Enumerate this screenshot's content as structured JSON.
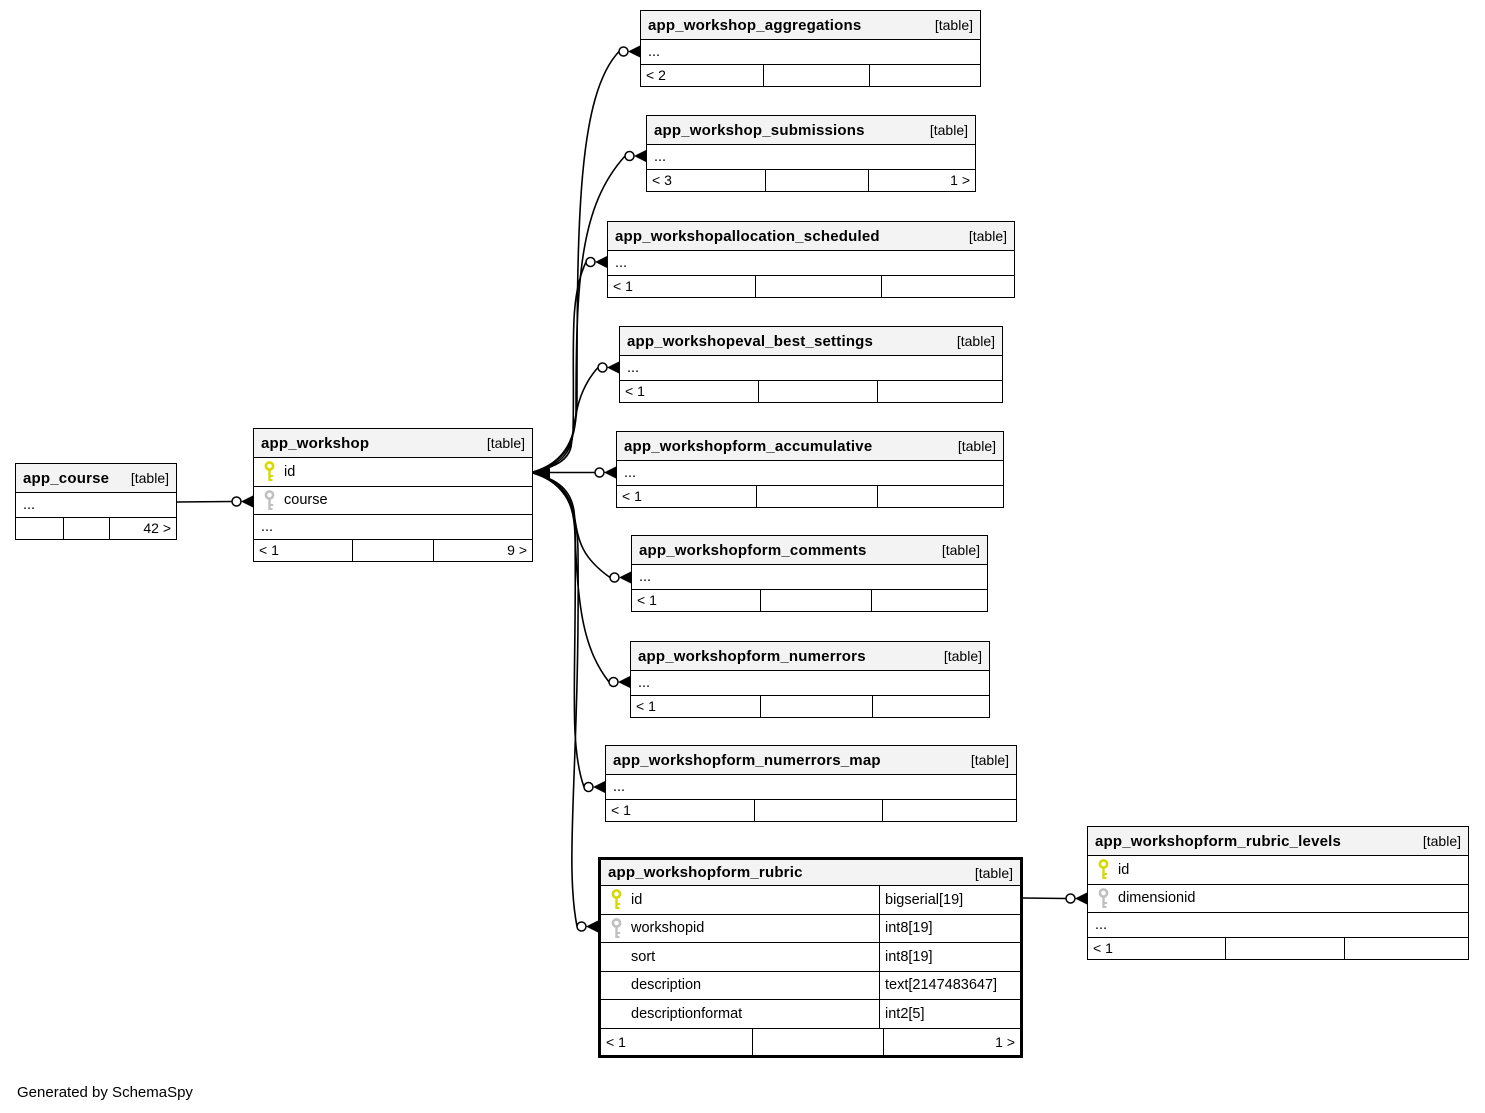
{
  "note": "Generated by SchemaSpy",
  "colors": {
    "pk_key": "#d8d800",
    "fk_key": "#c0c0c0",
    "header_bg": "#f3f3f3",
    "border": "#000000",
    "background": "#ffffff"
  },
  "relationships": [
    {
      "from": "app_course",
      "to": "app_workshop.course"
    },
    {
      "from": "app_workshop.id",
      "to": "app_workshop_aggregations"
    },
    {
      "from": "app_workshop.id",
      "to": "app_workshop_submissions"
    },
    {
      "from": "app_workshop.id",
      "to": "app_workshopallocation_scheduled"
    },
    {
      "from": "app_workshop.id",
      "to": "app_workshopeval_best_settings"
    },
    {
      "from": "app_workshop.id",
      "to": "app_workshopform_accumulative"
    },
    {
      "from": "app_workshop.id",
      "to": "app_workshopform_comments"
    },
    {
      "from": "app_workshop.id",
      "to": "app_workshopform_numerrors"
    },
    {
      "from": "app_workshop.id",
      "to": "app_workshopform_numerrors_map"
    },
    {
      "from": "app_workshop.id",
      "to": "app_workshopform_rubric.workshopid"
    },
    {
      "from": "app_workshopform_rubric.id",
      "to": "app_workshopform_rubric_levels.dimensionid"
    }
  ],
  "tables": [
    {
      "id": "app_course",
      "name": "app_course",
      "tag": "[table]",
      "show_types": false,
      "emphasized": false,
      "rows": [
        {
          "kind": "ellipsis",
          "text": "..."
        }
      ],
      "footer": [
        "",
        "",
        "42 >"
      ]
    },
    {
      "id": "app_workshop",
      "name": "app_workshop",
      "tag": "[table]",
      "show_types": false,
      "emphasized": false,
      "rows": [
        {
          "kind": "column",
          "key": "pk",
          "name": "id"
        },
        {
          "kind": "column",
          "key": "fk",
          "name": "course"
        },
        {
          "kind": "ellipsis",
          "text": "..."
        }
      ],
      "footer": [
        "< 1",
        "",
        "9 >"
      ]
    },
    {
      "id": "app_workshop_aggregations",
      "name": "app_workshop_aggregations",
      "tag": "[table]",
      "show_types": false,
      "emphasized": false,
      "rows": [
        {
          "kind": "ellipsis",
          "text": "..."
        }
      ],
      "footer": [
        "< 2",
        "",
        ""
      ]
    },
    {
      "id": "app_workshop_submissions",
      "name": "app_workshop_submissions",
      "tag": "[table]",
      "show_types": false,
      "emphasized": false,
      "rows": [
        {
          "kind": "ellipsis",
          "text": "..."
        }
      ],
      "footer": [
        "< 3",
        "",
        "1 >"
      ]
    },
    {
      "id": "app_workshopallocation_scheduled",
      "name": "app_workshopallocation_scheduled",
      "tag": "[table]",
      "show_types": false,
      "emphasized": false,
      "rows": [
        {
          "kind": "ellipsis",
          "text": "..."
        }
      ],
      "footer": [
        "< 1",
        "",
        ""
      ]
    },
    {
      "id": "app_workshopeval_best_settings",
      "name": "app_workshopeval_best_settings",
      "tag": "[table]",
      "show_types": false,
      "emphasized": false,
      "rows": [
        {
          "kind": "ellipsis",
          "text": "..."
        }
      ],
      "footer": [
        "< 1",
        "",
        ""
      ]
    },
    {
      "id": "app_workshopform_accumulative",
      "name": "app_workshopform_accumulative",
      "tag": "[table]",
      "show_types": false,
      "emphasized": false,
      "rows": [
        {
          "kind": "ellipsis",
          "text": "..."
        }
      ],
      "footer": [
        "< 1",
        "",
        ""
      ]
    },
    {
      "id": "app_workshopform_comments",
      "name": "app_workshopform_comments",
      "tag": "[table]",
      "show_types": false,
      "emphasized": false,
      "rows": [
        {
          "kind": "ellipsis",
          "text": "..."
        }
      ],
      "footer": [
        "< 1",
        "",
        ""
      ]
    },
    {
      "id": "app_workshopform_numerrors",
      "name": "app_workshopform_numerrors",
      "tag": "[table]",
      "show_types": false,
      "emphasized": false,
      "rows": [
        {
          "kind": "ellipsis",
          "text": "..."
        }
      ],
      "footer": [
        "< 1",
        "",
        ""
      ]
    },
    {
      "id": "app_workshopform_numerrors_map",
      "name": "app_workshopform_numerrors_map",
      "tag": "[table]",
      "show_types": false,
      "emphasized": false,
      "rows": [
        {
          "kind": "ellipsis",
          "text": "..."
        }
      ],
      "footer": [
        "< 1",
        "",
        ""
      ]
    },
    {
      "id": "app_workshopform_rubric",
      "name": "app_workshopform_rubric",
      "tag": "[table]",
      "show_types": true,
      "emphasized": true,
      "rows": [
        {
          "kind": "column",
          "key": "pk",
          "name": "id",
          "datatype": "bigserial[19]"
        },
        {
          "kind": "column",
          "key": "fk",
          "name": "workshopid",
          "datatype": "int8[19]"
        },
        {
          "kind": "column",
          "key": null,
          "name": "sort",
          "datatype": "int8[19]"
        },
        {
          "kind": "column",
          "key": null,
          "name": "description",
          "datatype": "text[2147483647]"
        },
        {
          "kind": "column",
          "key": null,
          "name": "descriptionformat",
          "datatype": "int2[5]"
        }
      ],
      "footer": [
        "< 1",
        "",
        "1 >"
      ]
    },
    {
      "id": "app_workshopform_rubric_levels",
      "name": "app_workshopform_rubric_levels",
      "tag": "[table]",
      "show_types": false,
      "emphasized": false,
      "rows": [
        {
          "kind": "column",
          "key": "pk",
          "name": "id"
        },
        {
          "kind": "column",
          "key": "fk",
          "name": "dimensionid"
        },
        {
          "kind": "ellipsis",
          "text": "..."
        }
      ],
      "footer": [
        "< 1",
        "",
        ""
      ]
    }
  ]
}
